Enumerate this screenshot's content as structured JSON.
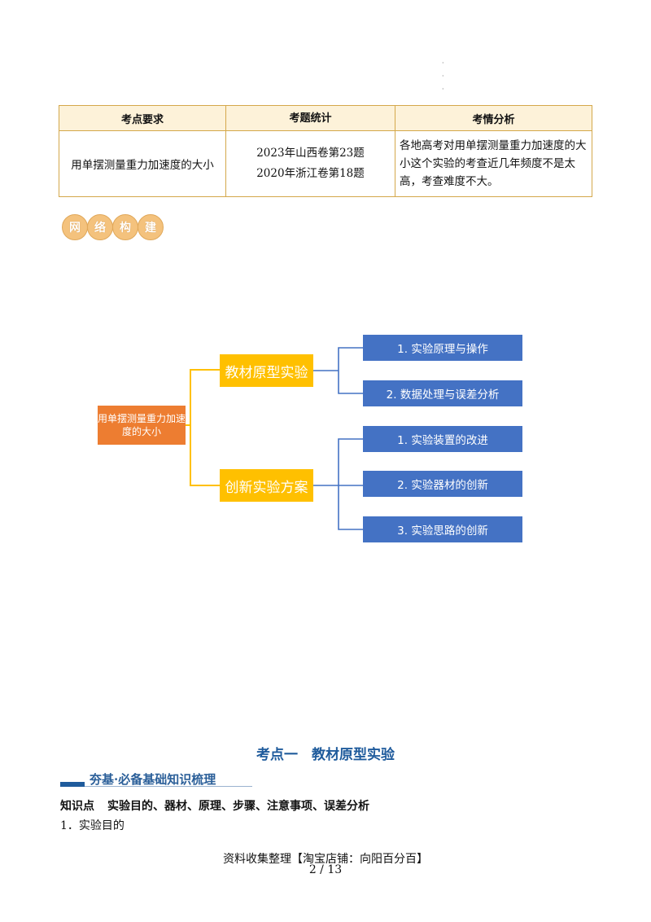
{
  "table": {
    "headers": [
      "考点要求",
      "考题统计",
      "考情分析"
    ],
    "requirement": "用单摆测量重力加速度的大小",
    "statistics": [
      "2023年山西卷第23题",
      "2020年浙江卷第18题"
    ],
    "analysis": "各地高考对用单摆测量重力加速度的大小这个实验的考查近几年频度不是太高，考查难度不大。"
  },
  "badge": [
    "网",
    "络",
    "构",
    "建"
  ],
  "mindmap": {
    "root": "用单摆测量重力加速度的大小",
    "branches": [
      {
        "label": "教材原型实验",
        "children": [
          "1. 实验原理与操作",
          "2. 数据处理与误差分析"
        ]
      },
      {
        "label": "创新实验方案",
        "children": [
          "1. 实验装置的改进",
          "2. 实验器材的创新",
          "3. 实验思路的创新"
        ]
      }
    ]
  },
  "section_title": "考点一　教材原型实验",
  "banner": "夯基·必备基础知识梳理",
  "knowledge_point": {
    "label": "知识点",
    "text": "实验目的、器材、原理、步骤、注意事项、误差分析"
  },
  "item": "1．实验目的",
  "footer": {
    "source": "资料收集整理【淘宝店铺：向阳百分百】",
    "page": "2 / 13"
  },
  "colors": {
    "root": "#ed7d31",
    "branch": "#ffc000",
    "leaf": "#4472c4",
    "table_border": "#d4a84b",
    "title": "#1f5b9c"
  }
}
